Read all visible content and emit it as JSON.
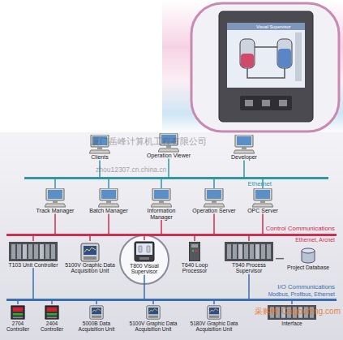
{
  "diagram": {
    "nodes": [
      {
        "text": [
          "Clients"
        ]
      },
      {
        "text": [
          "Operation Viewer"
        ]
      },
      {
        "text": [
          "Developer"
        ]
      },
      {
        "text": [
          "Ethernet"
        ]
      },
      {
        "text": [
          "Track Manager"
        ]
      },
      {
        "text": [
          "Batch Manager"
        ]
      },
      {
        "text": [
          "Information Manager"
        ]
      },
      {
        "text": [
          "Operation Server"
        ]
      },
      {
        "text": [
          "OPC Server"
        ]
      },
      {
        "text": [
          "Control Communications",
          "Ethernet, Arcnet"
        ]
      },
      {
        "text": [
          "T103 Unit Controller"
        ]
      },
      {
        "text": [
          "5100V Graphic Data Acquisition Unit"
        ]
      },
      {
        "text": [
          "T800 Visual Supervisor"
        ]
      },
      {
        "text": [
          "T640 Loop Processor"
        ]
      },
      {
        "text": [
          "T940 Process Supervisor"
        ]
      },
      {
        "text": [
          "Project Database"
        ]
      },
      {
        "text": [
          "I/O Communications",
          "Modbus, Profibus, Ethernet"
        ]
      },
      {
        "text": [
          "2704 Controller"
        ]
      },
      {
        "text": [
          "2404 Controller"
        ]
      },
      {
        "text": [
          "5000B Data Acquisition Unit"
        ]
      },
      {
        "text": [
          "5100V Graphic Data Acquisition Unit"
        ]
      },
      {
        "text": [
          "5180V Graphic Data Acquisition Unit"
        ]
      },
      {
        "text": [
          "Interface"
        ]
      }
    ],
    "edges": [
      {
        "from": 0,
        "to": 3,
        "arrow": "none"
      },
      {
        "from": 1,
        "to": 3,
        "arrow": "none"
      },
      {
        "from": 2,
        "to": 3,
        "arrow": "none"
      },
      {
        "from": 3,
        "to": 4,
        "arrow": "none"
      },
      {
        "from": 3,
        "to": 5,
        "arrow": "none"
      },
      {
        "from": 3,
        "to": 6,
        "arrow": "none"
      },
      {
        "from": 3,
        "to": 7,
        "arrow": "none"
      },
      {
        "from": 3,
        "to": 8,
        "arrow": "none"
      },
      {
        "from": 4,
        "to": 9,
        "arrow": "none"
      },
      {
        "from": 5,
        "to": 9,
        "arrow": "none"
      },
      {
        "from": 6,
        "to": 9,
        "arrow": "none"
      },
      {
        "from": 7,
        "to": 9,
        "arrow": "none"
      },
      {
        "from": 8,
        "to": 9,
        "arrow": "none"
      },
      {
        "from": 9,
        "to": 10,
        "arrow": "none"
      },
      {
        "from": 9,
        "to": 11,
        "arrow": "none"
      },
      {
        "from": 9,
        "to": 12,
        "arrow": "none"
      },
      {
        "from": 9,
        "to": 13,
        "arrow": "none"
      },
      {
        "from": 9,
        "to": 14,
        "arrow": "none"
      },
      {
        "from": 10,
        "to": 16,
        "arrow": "none"
      },
      {
        "from": 12,
        "to": 16,
        "arrow": "none"
      },
      {
        "from": 14,
        "to": 16,
        "arrow": "none"
      },
      {
        "from": 14,
        "to": 15,
        "arrow": "none"
      },
      {
        "from": 16,
        "to": 17,
        "arrow": "none"
      },
      {
        "from": 16,
        "to": 18,
        "arrow": "none"
      },
      {
        "from": 16,
        "to": 19,
        "arrow": "none"
      },
      {
        "from": 16,
        "to": 20,
        "arrow": "none"
      },
      {
        "from": 16,
        "to": 21,
        "arrow": "none"
      },
      {
        "from": 16,
        "to": 22,
        "arrow": "none"
      }
    ],
    "labels": [
      "Visual Supervisor",
      "厦门岳峰计算机工程有限公司",
      "zhou12307.cn.china.cn",
      "采购蜂 Caigoufeng.com"
    ]
  }
}
